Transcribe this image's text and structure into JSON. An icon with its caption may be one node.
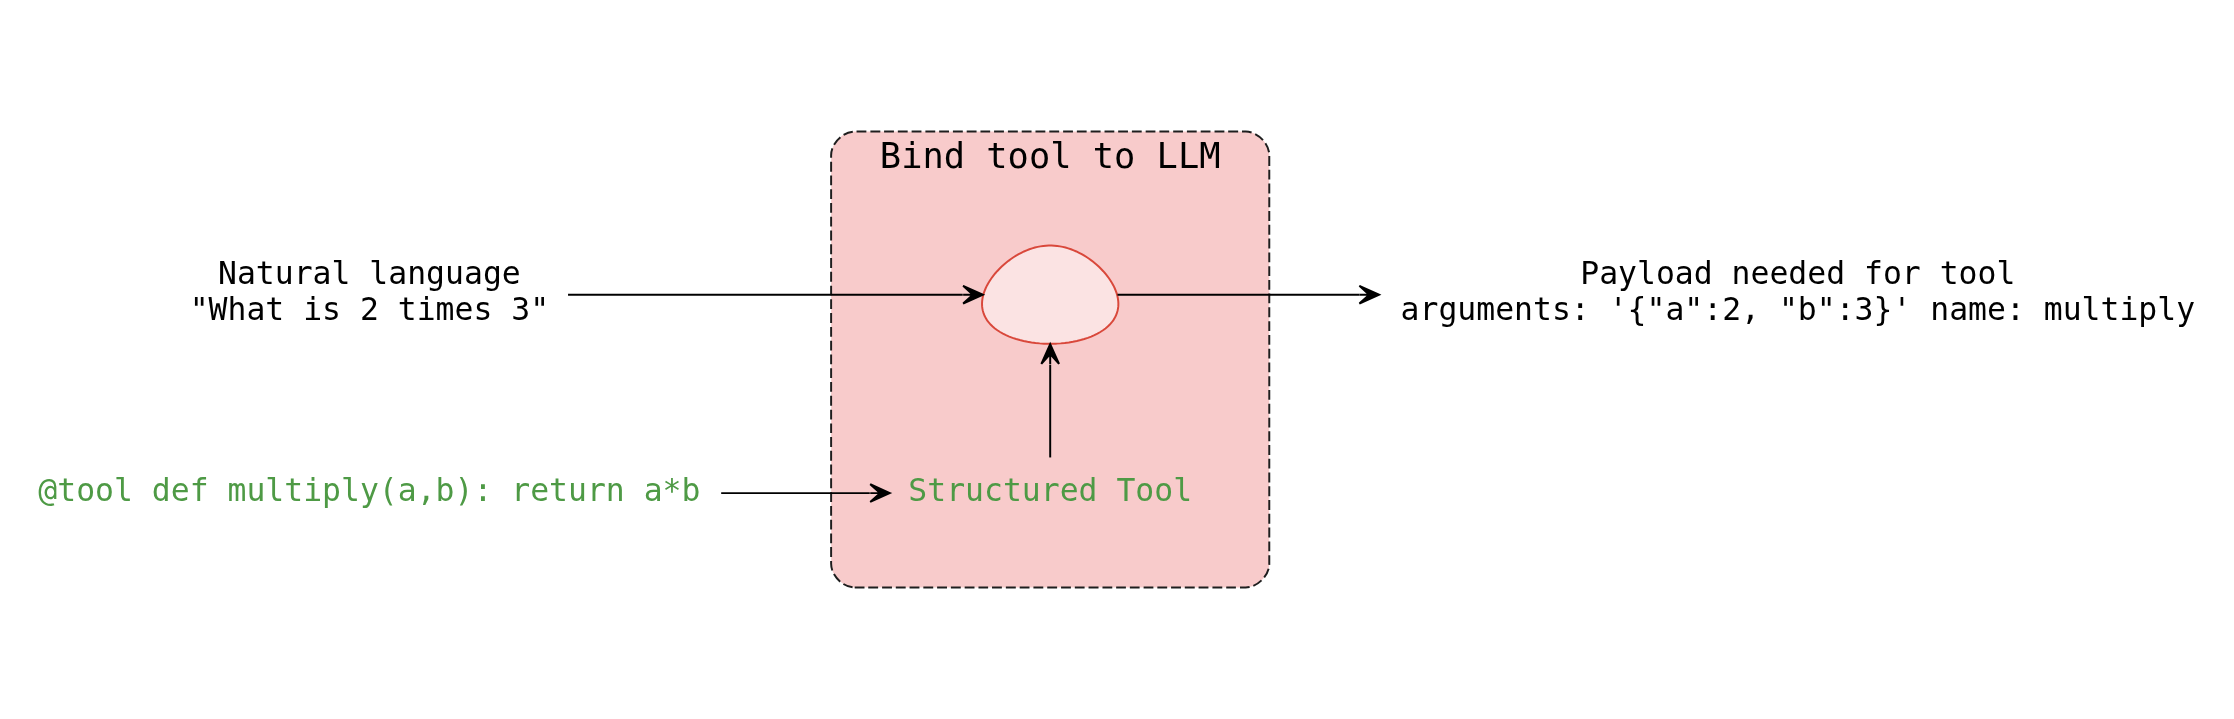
{
  "diagram": {
    "nodes": [
      {
        "text": [
          "Bind tool to LLM"
        ]
      },
      {
        "text": [
          "Natural language",
          "\"What is 2 times 3\""
        ]
      },
      {
        "text": [],
        "shape": "picture",
        "in": 0
      },
      {
        "text": [
          "Structured Tool"
        ],
        "in": 0
      },
      {
        "text": [
          "@tool def multiply(a,b): return a*b"
        ]
      },
      {
        "text": [
          "Payload needed for tool",
          "arguments: '{\"a\":2, \"b\":3}' name: multiply"
        ]
      }
    ],
    "edges": [
      {
        "from": 1,
        "to": 2,
        "arrow": "to"
      },
      {
        "from": 4,
        "to": 3,
        "arrow": "to"
      },
      {
        "from": 3,
        "to": 2,
        "arrow": "to"
      },
      {
        "from": 2,
        "to": 5,
        "arrow": "to"
      }
    ]
  }
}
